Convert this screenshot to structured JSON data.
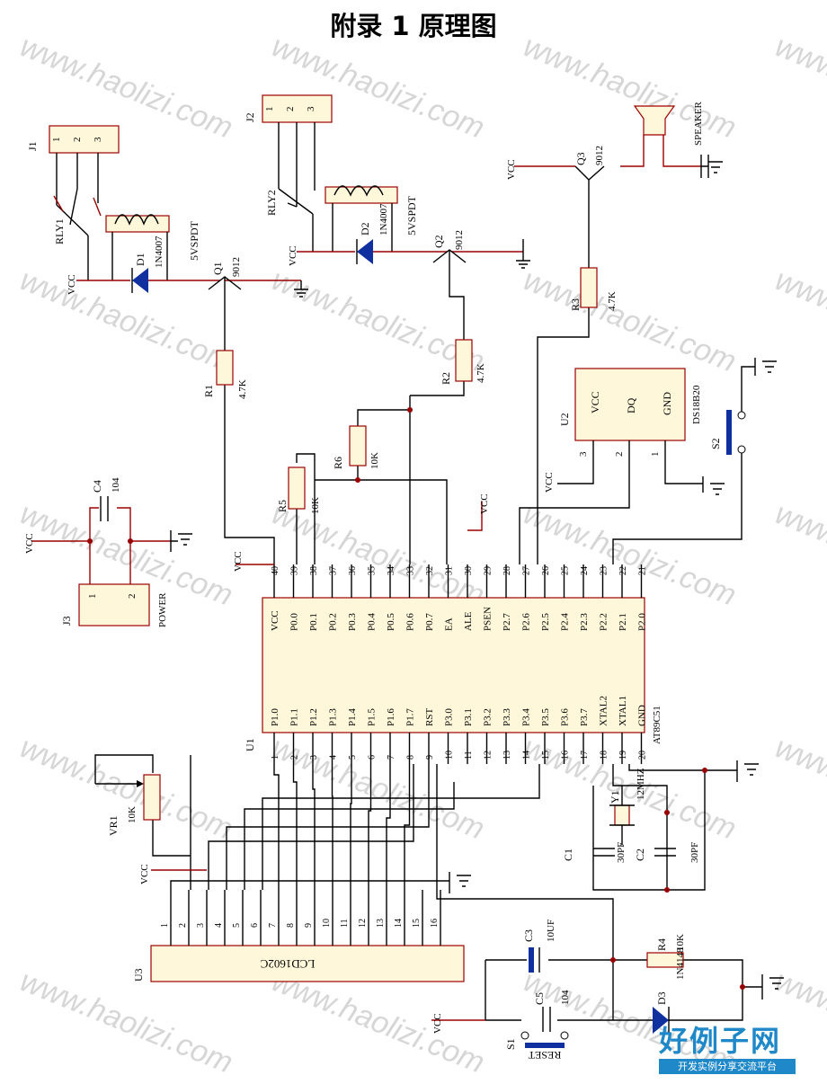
{
  "title": "附录 1 原理图",
  "watermark": "www.haolizi.com",
  "brand": {
    "main": "好例子网",
    "sub": "开发实例分享交流平台"
  },
  "colors": {
    "component": "#9b0000",
    "wire": "#000000",
    "chip_fill": "#fff7d9",
    "brand": "#1e88c8"
  },
  "labels": {
    "vcc": "VCC",
    "j1": "J1",
    "j2": "J2",
    "j3": "J3",
    "rly1": "RLY1",
    "rly2": "RLY2",
    "d1": "D1",
    "d2": "D2",
    "d3": "D3",
    "d_val": "1N4007",
    "d3_val": "1N4148",
    "relay": "5VSPDT",
    "q1": "Q1",
    "q2": "Q2",
    "q3": "Q3",
    "q_val": "9012",
    "r1": "R1",
    "r2": "R2",
    "r3": "R3",
    "r4": "R4",
    "r5": "R5",
    "r6": "R6",
    "v47k": "4.7K",
    "v10k": "10K",
    "speaker": "SPEAKER",
    "u1": "U1",
    "u2": "U2",
    "u3": "U3",
    "ds": "DS18B20",
    "s1": "S1",
    "s2": "S2",
    "reset": "RESET",
    "c1": "C1",
    "c2": "C2",
    "c3": "C3",
    "c4": "C4",
    "c5": "C5",
    "c30": "30PF",
    "c104": "104",
    "c10u": "10UF",
    "y1": "Y1",
    "mhz": "12MHZ",
    "vr1": "VR1",
    "power": "POWER",
    "lcd": "LCD1602C",
    "mcu": "AT89C51",
    "ds_vcc": "VCC",
    "ds_dq": "DQ",
    "ds_gnd": "GND",
    "ds_p3": "3",
    "ds_p2": "2",
    "ds_p1": "1",
    "j_p1": "1",
    "j_p2": "2",
    "j_p3": "3"
  },
  "mcu_top_pins": [
    "40",
    "39",
    "38",
    "37",
    "36",
    "35",
    "34",
    "33",
    "32",
    "31",
    "30",
    "29",
    "28",
    "27",
    "26",
    "25",
    "24",
    "23",
    "22",
    "21"
  ],
  "mcu_top_names": [
    "VCC",
    "P0.0",
    "P0.1",
    "P0.2",
    "P0.3",
    "P0.4",
    "P0.5",
    "P0.6",
    "P0.7",
    "EA",
    "ALE",
    "PSEN",
    "P2.7",
    "P2.6",
    "P2.5",
    "P2.4",
    "P2.3",
    "P2.2",
    "P2.1",
    "P2.0"
  ],
  "mcu_bottom_pins": [
    "1",
    "2",
    "3",
    "4",
    "5",
    "6",
    "7",
    "8",
    "9",
    "10",
    "11",
    "12",
    "13",
    "14",
    "15",
    "16",
    "17",
    "18",
    "19",
    "20"
  ],
  "mcu_bottom_names": [
    "P1.0",
    "P1.1",
    "P1.2",
    "P1.3",
    "P1.4",
    "P1.5",
    "P1.6",
    "P1.7",
    "RST",
    "P3.0",
    "P3.1",
    "P3.2",
    "P3.3",
    "P3.4",
    "P3.5",
    "P3.6",
    "P3.7",
    "XTAL2",
    "XTAL1",
    "GND"
  ],
  "lcd_pins": [
    "1",
    "2",
    "3",
    "4",
    "5",
    "6",
    "7",
    "8",
    "9",
    "10",
    "11",
    "12",
    "13",
    "14",
    "15",
    "16"
  ]
}
